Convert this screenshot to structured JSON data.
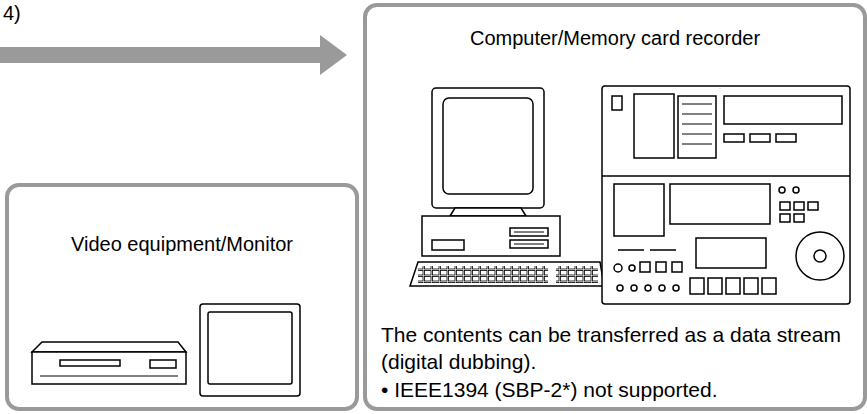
{
  "diagram": {
    "nodes": [
      {
        "text": [
          "Computer/Memory card recorder",
          "The contents can be transferred as a data stream (digital dubbing).",
          "• IEEE1394 (SBP-2*) not supported."
        ]
      },
      {
        "text": [
          "Video equipment/Monitor"
        ]
      }
    ],
    "labels": [
      "4)"
    ]
  }
}
